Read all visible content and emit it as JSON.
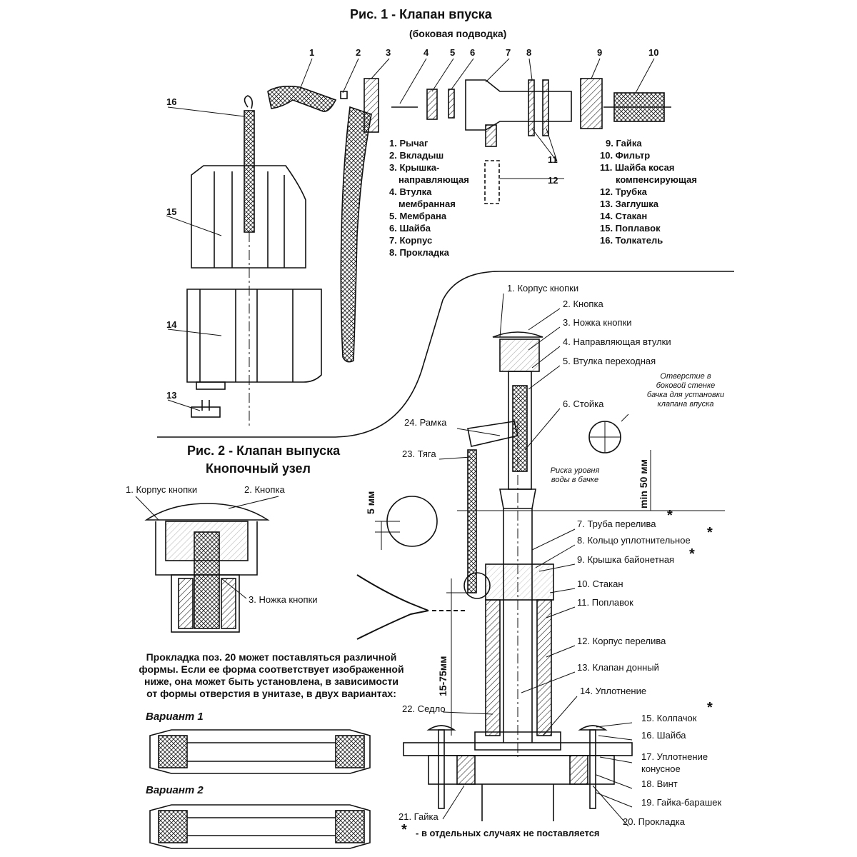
{
  "fig1": {
    "title": "Рис. 1 - Клапан впуска",
    "subtitle": "(боковая подводка)",
    "callouts": [
      "1",
      "2",
      "3",
      "4",
      "5",
      "6",
      "7",
      "8",
      "9",
      "10",
      "16",
      "15",
      "14",
      "13",
      "11",
      "12"
    ],
    "legend_left": [
      "1. Рычаг",
      "2. Вкладыш",
      "3. Крышка-",
      "направляющая",
      "4. Втулка",
      "мембранная",
      "5. Мембрана",
      "6. Шайба",
      "7. Корпус",
      "8. Прокладка"
    ],
    "legend_right": [
      "9. Гайка",
      "10. Фильтр",
      "11. Шайба косая",
      "компенсирующая",
      "12. Трубка",
      "13. Заглушка",
      "14. Стакан",
      "15. Поплавок",
      "16. Толкатель"
    ]
  },
  "fig2": {
    "title": "Рис. 2 - Клапан выпуска",
    "subtitle": "Кнопочный узел",
    "button_labels": [
      "1. Корпус кнопки",
      "2. Кнопка",
      "3. Ножка кнопки"
    ],
    "note": [
      "Прокладка поз. 20 может поставляться различной",
      "формы. Если ее форма соответствует изображенной",
      "ниже, она может быть установлена, в зависимости",
      "от формы отверстия в унитазе, в двух вариантах:"
    ],
    "variant1": "Вариант 1",
    "variant2": "Вариант 2"
  },
  "assembly": {
    "labels": [
      "1. Корпус кнопки",
      "2. Кнопка",
      "3. Ножка кнопки",
      "4. Направляющая втулки",
      "5. Втулка переходная",
      "6. Стойка",
      "7. Труба перелива",
      "8. Кольцо уплотнительное",
      "9. Крышка байонетная",
      "10. Стакан",
      "11. Поплавок",
      "12. Корпус перелива",
      "13. Клапан донный",
      "14. Уплотнение",
      "15. Колпачок",
      "16. Шайба",
      "17. Уплотнение",
      "конусное",
      "18. Винт",
      "19. Гайка-барашек",
      "20. Прокладка"
    ],
    "left_labels": [
      "24. Рамка",
      "23. Тяга",
      "22. Седло",
      "21. Гайка"
    ],
    "hole_note": [
      "Отверстие в",
      "боковой стенке",
      "бачка для установки",
      "клапана впуска"
    ],
    "water_note": [
      "Риска уровня",
      "воды в бачке"
    ],
    "dim_min": "min 50 мм",
    "dim_5": "5 мм",
    "dim_15": "15-75мм",
    "star": "*",
    "footnote": "- в отдельных случаях не поставляется"
  }
}
